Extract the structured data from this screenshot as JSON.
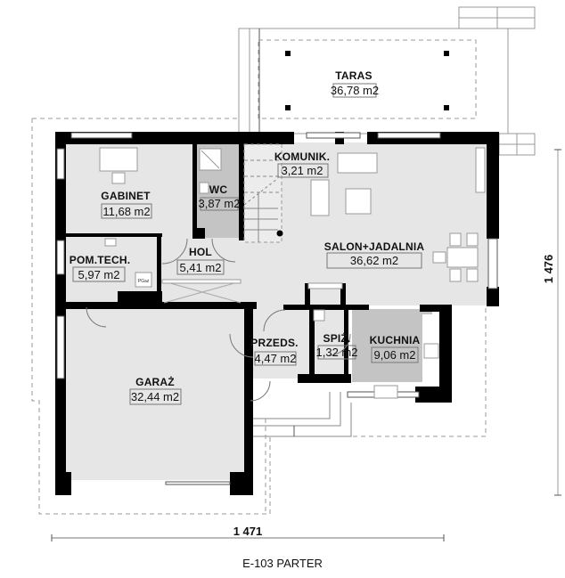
{
  "plan": {
    "title": "E-103 PARTER",
    "dimensions": {
      "width": "1 471",
      "depth": "1 476"
    },
    "rooms": [
      {
        "id": "taras",
        "name": "TARAS",
        "area": "36,78 m2"
      },
      {
        "id": "gabinet",
        "name": "GABINET",
        "area": "11,68 m2"
      },
      {
        "id": "wc",
        "name": "WC",
        "area": "3,87 m2"
      },
      {
        "id": "komunik",
        "name": "KOMUNIK.",
        "area": "3,21 m2"
      },
      {
        "id": "salon",
        "name": "SALON+JADALNIA",
        "area": "36,62 m2"
      },
      {
        "id": "pomtech",
        "name": "POM.TECH.",
        "area": "5,97 m2"
      },
      {
        "id": "hol",
        "name": "HOL",
        "area": "5,41 m2"
      },
      {
        "id": "przeds",
        "name": "PRZEDS.",
        "area": "4,47 m2"
      },
      {
        "id": "spiz",
        "name": "SPIŻ.",
        "area": "1,32 m2"
      },
      {
        "id": "kuchnia",
        "name": "KUCHNIA",
        "area": "9,06 m2"
      },
      {
        "id": "garaz",
        "name": "GARAŻ",
        "area": "32,44 m2"
      }
    ],
    "equipment": {
      "gas_boiler_label": "PGaz"
    },
    "colors": {
      "wall": "#000000",
      "floor": "#e6e6e6",
      "wet_floor": "#c4c4c4",
      "outline": "#999999"
    }
  }
}
